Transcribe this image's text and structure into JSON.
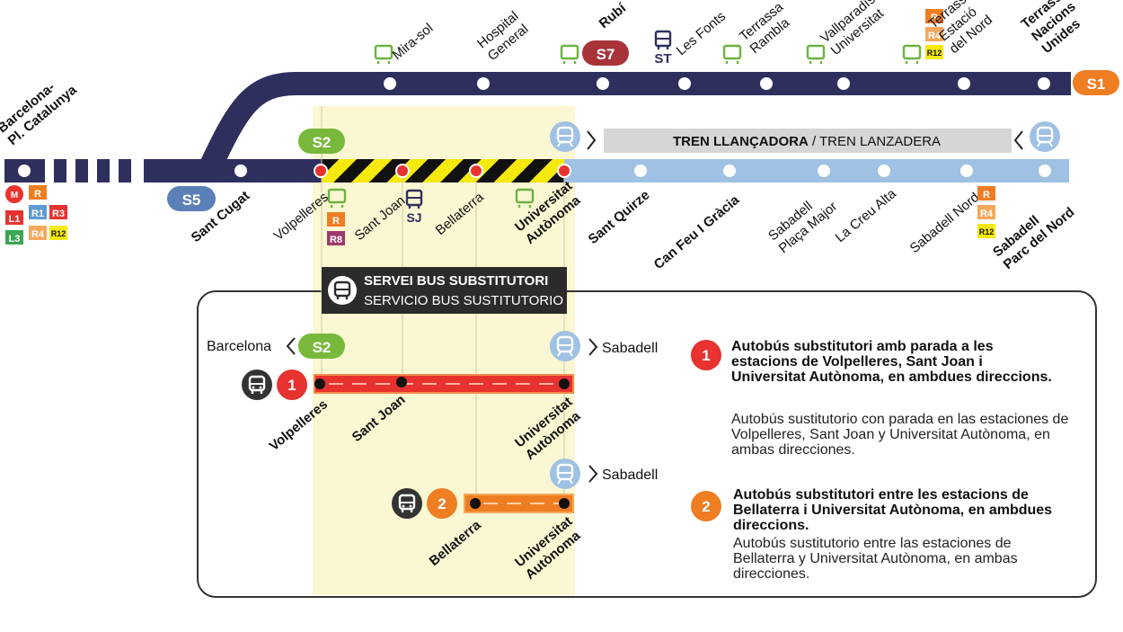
{
  "colors": {
    "s1_line": "#2f2f5e",
    "s2_line": "#9fc1e3",
    "s1_badge": "#ef7d22",
    "s2_badge": "#78b83b",
    "s5_badge": "#5b80b8",
    "s7_badge": "#a83338",
    "closed_yellow": "#f5e90f",
    "closure_area": "#fbf7d2",
    "bus_red": "#e7322f",
    "bus_orange": "#ef7d22",
    "bus_icon_green": "#6cb33f",
    "tram_icon": "#9fc1e3"
  },
  "badges": {
    "s1": "S1",
    "s2": "S2",
    "s5": "S5",
    "s7": "S7",
    "st": "ST",
    "sj": "SJ",
    "r": "R",
    "r1": "R1",
    "r3": "R3",
    "r4": "R4",
    "r8": "R8",
    "r12": "R12",
    "l1": "L1",
    "l3": "L3"
  },
  "stations_s1": [
    "Mira-sol",
    "Hospital General",
    "Rubí",
    "Les Fonts",
    "Terrassa Rambla",
    "Vallparadís Universitat",
    "Terrassa Estació del Nord",
    "Terrassa Nacions Unides"
  ],
  "stations_s2": [
    "Barcelona-Pl. Catalunya",
    "Sant Cugat",
    "Volpelleres",
    "Sant Joan",
    "Bellaterra",
    "Universitat Autònoma",
    "Sant Quirze",
    "Can Feu I Gràcia",
    "Sabadell Plaça Major",
    "La Creu Alta",
    "Sabadell Nord",
    "Sabadell Parc del Nord"
  ],
  "shuttle": {
    "label_ca": "TREN LLANÇADORA",
    "separator": " / ",
    "label_es": "TREN LANZADERA"
  },
  "bus_service": {
    "title_ca": "SERVEI BUS SUBSTITUTORI",
    "title_es": "SERVICIO BUS SUSTITUTORIO"
  },
  "routes": {
    "dir_barcelona": "Barcelona",
    "dir_sabadell": "Sabadell",
    "route1": {
      "number": "1",
      "stops": [
        "Volpelleres",
        "Sant Joan",
        "Universitat Autònoma"
      ]
    },
    "route2": {
      "number": "2",
      "stops": [
        "Bellaterra",
        "Universitat Autònoma"
      ]
    }
  },
  "notes": [
    {
      "number": "1",
      "title_ca": "Autobús substitutori amb parada a les estacions de Volpelleres, Sant Joan i Universitat Autònoma, en ambdues direccions.",
      "text_es": "Autobús sustitutorio con parada en las estaciones de Volpelleres, Sant Joan y Universitat Autònoma, en ambas direcciones."
    },
    {
      "number": "2",
      "title_ca": "Autobús substitutori entre les estacions de Bellaterra i Universitat Autònoma, en ambdues direccions.",
      "text_es": "Autobús sustitutorio entre las estaciones de Bellaterra y Universitat Autònoma, en ambas direcciones."
    }
  ]
}
